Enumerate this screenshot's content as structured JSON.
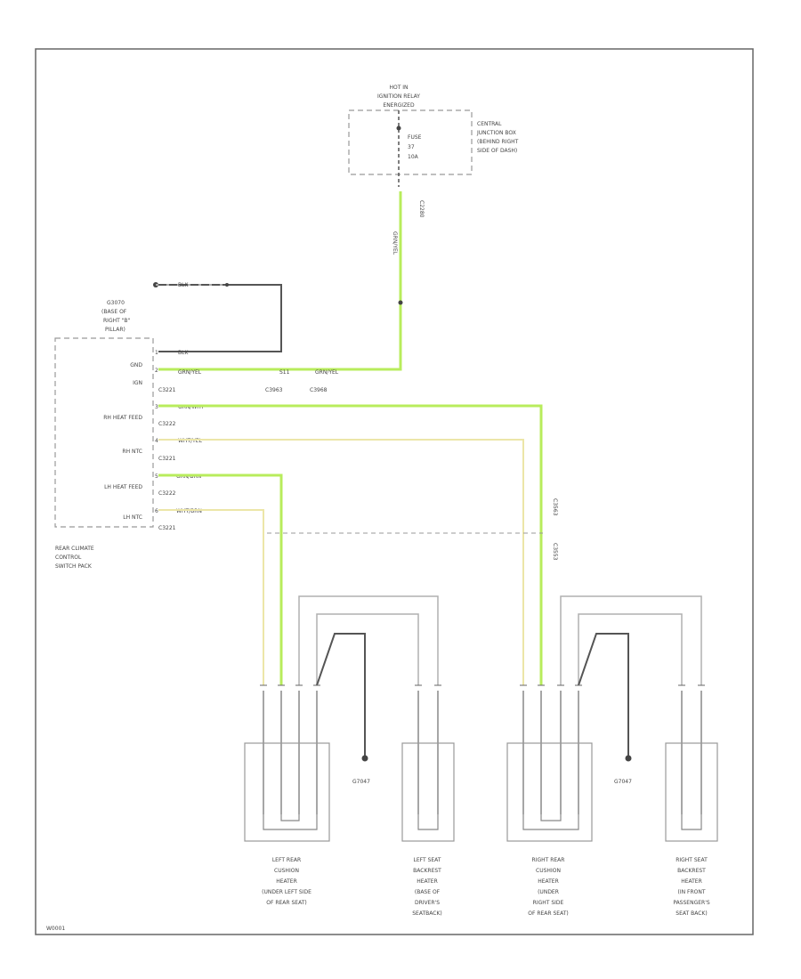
{
  "colors": {
    "frame": "#666666",
    "black_wire": "#444444",
    "green_wire": "#b8ec5c",
    "yellow_wire": "#ece6a8",
    "gray_wire": "#b0b0b0",
    "dashed": "#999999"
  },
  "power": {
    "hot_label": [
      "HOT IN",
      "IGNITION RELAY",
      "ENERGIZED"
    ],
    "fuse_label": [
      "FUSE",
      "37",
      "10A"
    ],
    "connector": "C2280",
    "wire": "GRN/YEL"
  },
  "junction_box": [
    "CENTRAL",
    "JUNCTION BOX",
    "(BEHIND RIGHT",
    "SIDE OF DASH)"
  ],
  "ground_top": {
    "label": [
      "G3070",
      "(BASE OF",
      "RIGHT \"B\"",
      "PILLAR)"
    ],
    "wire": "BLK"
  },
  "module": {
    "pins": [
      {
        "label": "GND",
        "pin": "1",
        "connector": "",
        "wire": "BLK"
      },
      {
        "label": "IGN",
        "pin": "2",
        "connector": "C3221",
        "wire": "GRN/YEL"
      },
      {
        "label": "RH HEAT FEED",
        "pin": "3",
        "connector": "C3222",
        "wire": "GRN/WHT"
      },
      {
        "label": "RH NTC",
        "pin": "4",
        "connector": "C3221",
        "wire": "WHT/YEL"
      },
      {
        "label": "LH HEAT FEED",
        "pin": "5",
        "connector": "C3222",
        "wire": "GRN/BRN"
      },
      {
        "label": "LH NTC",
        "pin": "6",
        "connector": "C3221",
        "wire": "WHT/BRN"
      }
    ],
    "name": [
      "REAR CLIMATE",
      "CONTROL",
      "SWITCH PACK"
    ]
  },
  "splices": {
    "s1": "S11",
    "c1": "C3963",
    "c2": "C3968",
    "v1": "C3563",
    "v2": "C3553"
  },
  "ground_bottom": "G7047",
  "heaters": [
    {
      "name": [
        "LEFT REAR",
        "CUSHION",
        "HEATER",
        "(UNDER LEFT SIDE",
        "OF REAR SEAT)"
      ]
    },
    {
      "name": [
        "LEFT SEAT",
        "BACKREST",
        "HEATER",
        "(BASE OF",
        "DRIVER'S",
        "SEATBACK)"
      ]
    },
    {
      "name": [
        "RIGHT REAR",
        "CUSHION",
        "HEATER",
        "(UNDER",
        "RIGHT SIDE",
        "OF REAR SEAT)"
      ]
    },
    {
      "name": [
        "RIGHT SEAT",
        "BACKREST",
        "HEATER",
        "(IN FRONT",
        "PASSENGER'S",
        "SEAT BACK)"
      ]
    }
  ],
  "footer_code": "W0001"
}
